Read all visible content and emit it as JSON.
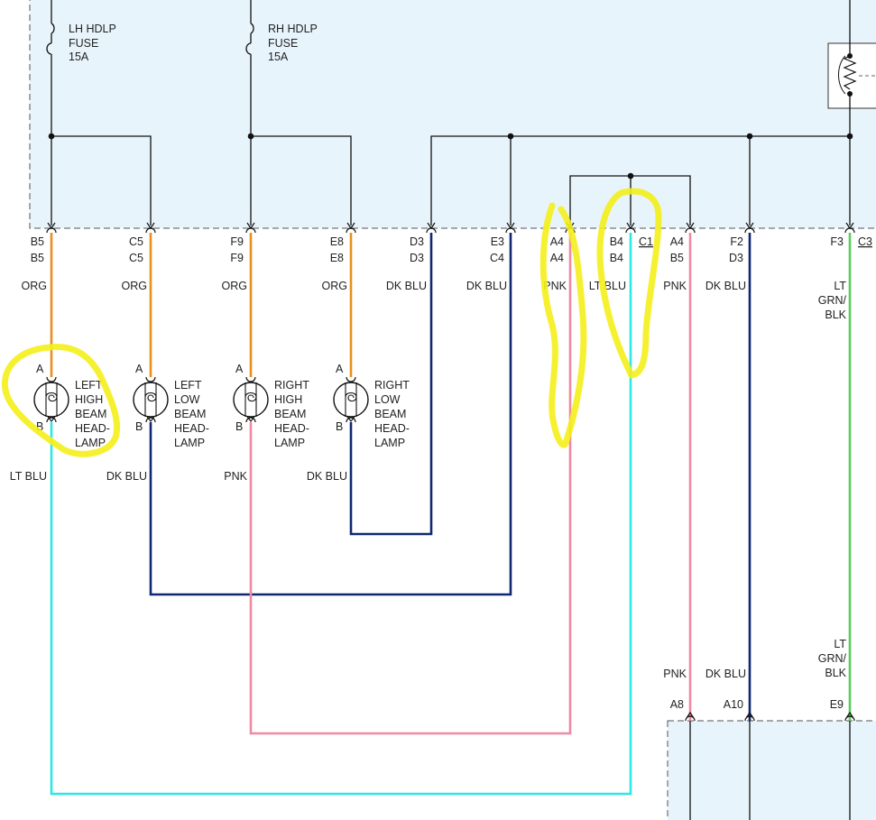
{
  "colors": {
    "box_fill": "#e8f4fb",
    "org": "#e8901c",
    "dk_blu": "#0f2870",
    "lt_blu": "#2ee6e6",
    "pnk": "#ef8aa2",
    "lt_grn_blk": "#5ccd5c",
    "black": "#111111",
    "highlight": "#f4ef1a"
  },
  "fuses": [
    {
      "id": "lh",
      "lines": [
        "LH HDLP",
        "FUSE",
        "15A"
      ]
    },
    {
      "id": "rh",
      "lines": [
        "RH HDLP",
        "FUSE",
        "15A"
      ]
    }
  ],
  "connectors": [
    {
      "id": "c1",
      "top": "B5",
      "bottom": "B5",
      "wire": "ORG"
    },
    {
      "id": "c2",
      "top": "C5",
      "bottom": "C5",
      "wire": "ORG"
    },
    {
      "id": "c3",
      "top": "F9",
      "bottom": "F9",
      "wire": "ORG"
    },
    {
      "id": "c4",
      "top": "E8",
      "bottom": "E8",
      "wire": "ORG"
    },
    {
      "id": "c5",
      "top": "D3",
      "bottom": "D3",
      "wire": "DK BLU"
    },
    {
      "id": "c6",
      "top": "E3",
      "bottom": "C4",
      "wire": "DK BLU"
    },
    {
      "id": "c7",
      "top": "A4",
      "bottom": "A4",
      "wire": "PNK"
    },
    {
      "id": "c8",
      "top": "B4",
      "bottom": "B4",
      "wire": "LT BLU"
    },
    {
      "id": "c9",
      "top": "A4",
      "bottom": "B5",
      "wire": "PNK"
    },
    {
      "id": "c10",
      "top": "F2",
      "bottom": "D3",
      "wire": "DK BLU"
    },
    {
      "id": "c11",
      "top": "F3",
      "bottom": "",
      "wire": ""
    }
  ],
  "connector_refs": {
    "c1": "C1",
    "c3": "C3"
  },
  "lt_grn_blk": [
    "LT",
    "GRN/",
    "BLK"
  ],
  "lamps": [
    {
      "id": "lhb",
      "pin_a": "A",
      "pin_b": "B",
      "lines": [
        "LEFT",
        "HIGH",
        "BEAM",
        "HEAD-",
        "LAMP"
      ],
      "ground_wire": "LT BLU"
    },
    {
      "id": "llb",
      "pin_a": "A",
      "pin_b": "B",
      "lines": [
        "LEFT",
        "LOW",
        "BEAM",
        "HEAD-",
        "LAMP"
      ],
      "ground_wire": "DK BLU"
    },
    {
      "id": "rhb",
      "pin_a": "A",
      "pin_b": "B",
      "lines": [
        "RIGHT",
        "HIGH",
        "BEAM",
        "HEAD-",
        "LAMP"
      ],
      "ground_wire": "PNK"
    },
    {
      "id": "rlb",
      "pin_a": "A",
      "pin_b": "B",
      "lines": [
        "RIGHT",
        "LOW",
        "BEAM",
        "HEAD-",
        "LAMP"
      ],
      "ground_wire": "DK BLU"
    }
  ],
  "lower": {
    "wires": [
      "PNK",
      "DK BLU"
    ],
    "pins": [
      "A8",
      "A10",
      "E9"
    ]
  }
}
